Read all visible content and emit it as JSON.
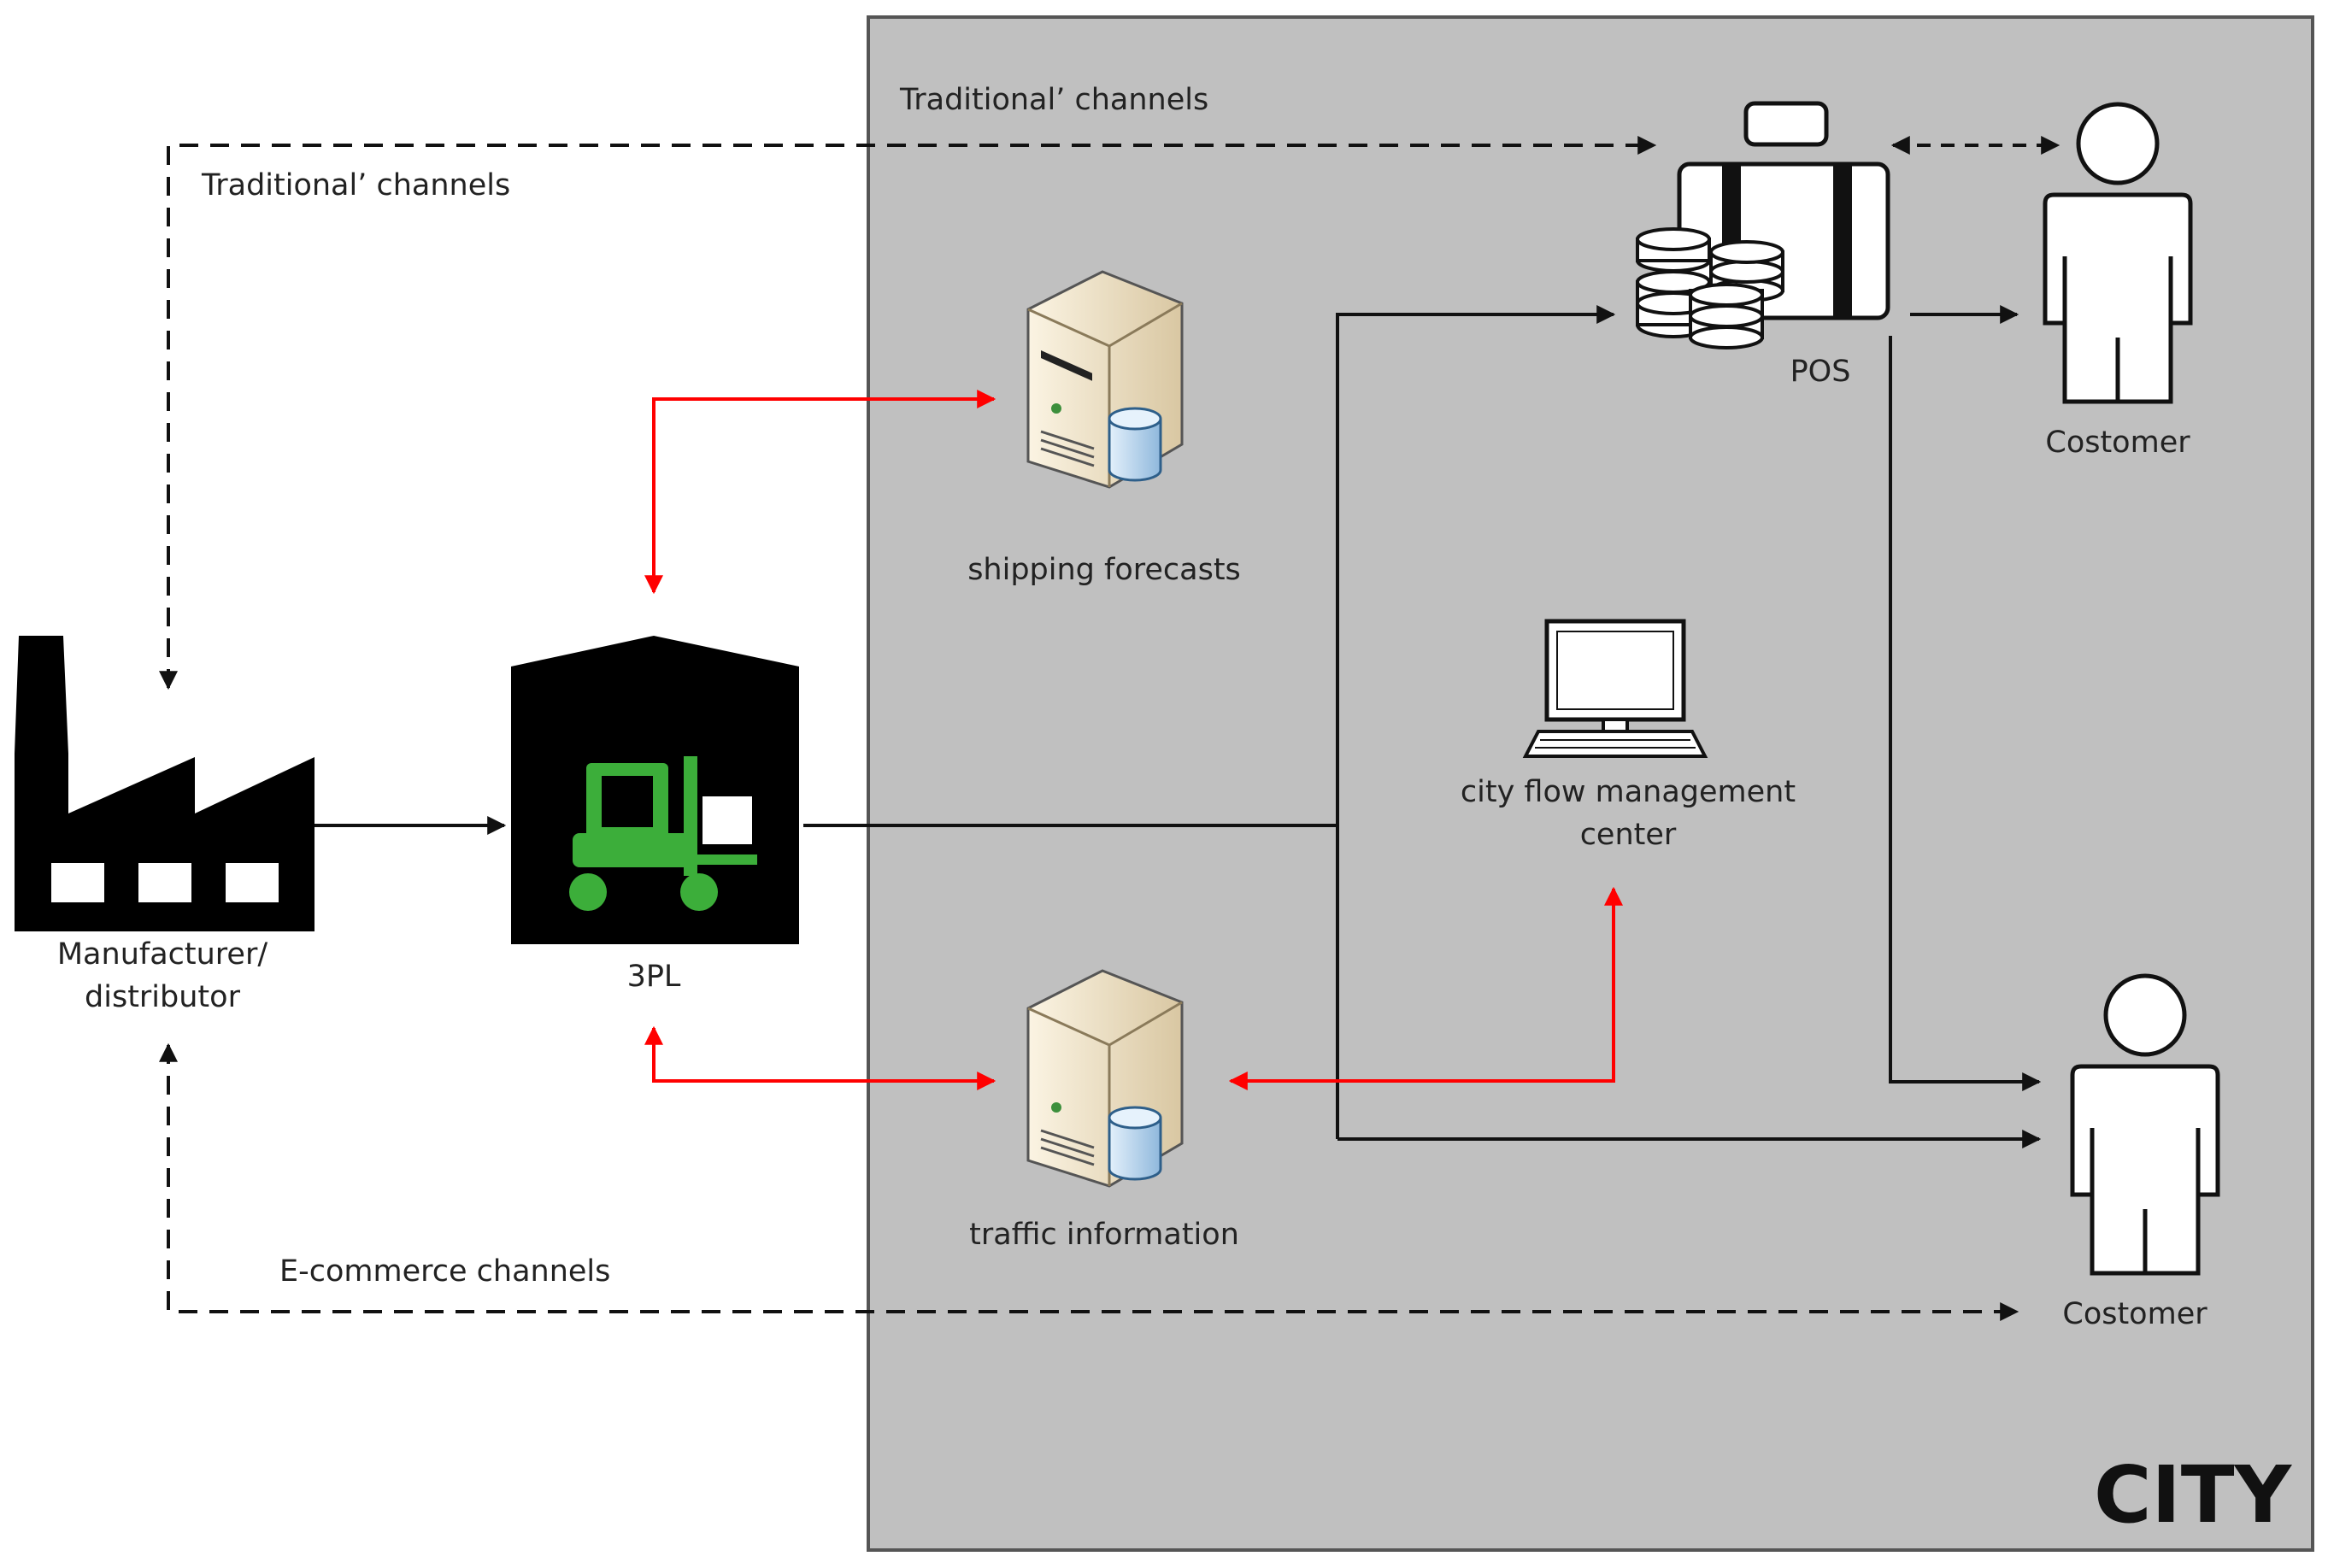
{
  "labels": {
    "traditional_top": "Traditional’ channels",
    "traditional_left": "Traditional’ channels",
    "ecommerce": "E-commerce channels",
    "manufacturer_line1": "Manufacturer/",
    "manufacturer_line2": "distributor",
    "threepl": "3PL",
    "shipping_forecasts": "shipping forecasts",
    "traffic_information": "traffic information",
    "city_flow_line1": "city flow management",
    "city_flow_line2": "center",
    "pos": "POS",
    "customer_top": "Costomer",
    "customer_bottom": "Costomer",
    "city": "CITY"
  },
  "colors": {
    "city_region": "#c0c0c0",
    "info_flow": "#ff0000",
    "goods_flow": "#111111",
    "forklift": "#3cae3a",
    "server_body": "#f2e6cc",
    "database": "#bcd8ee"
  },
  "icons": [
    "factory-icon",
    "warehouse-forklift-icon",
    "server-database-icon",
    "computer-terminal-icon",
    "cash-register-coins-icon",
    "person-icon"
  ]
}
